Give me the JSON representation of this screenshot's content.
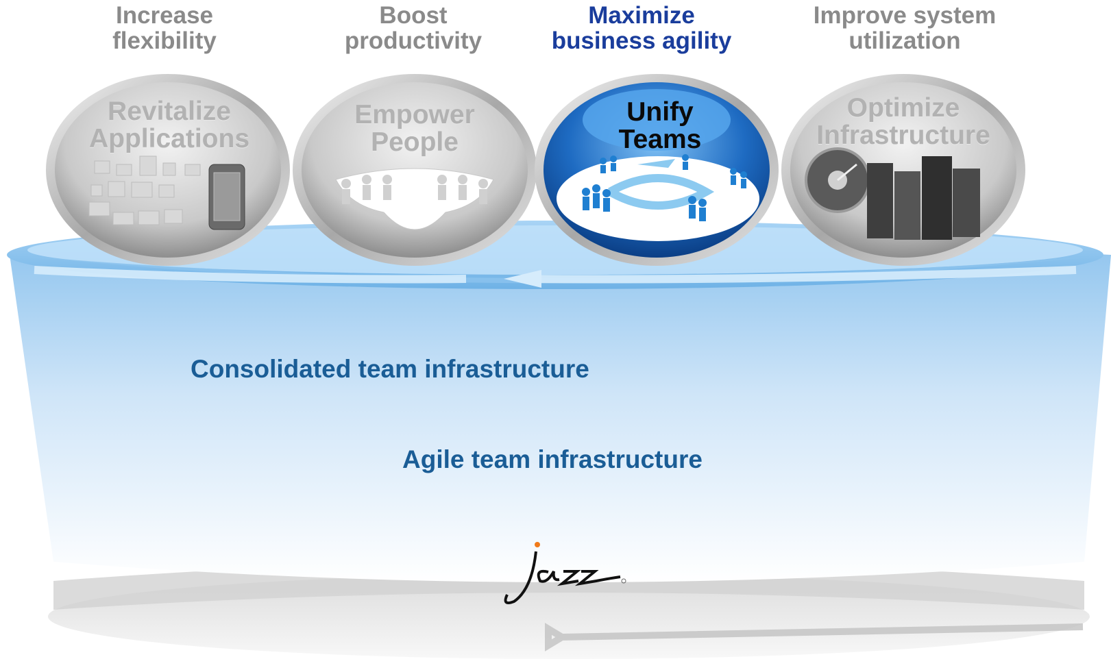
{
  "goals": [
    {
      "line1": "Increase",
      "line2": "flexibility"
    },
    {
      "line1": "Boost",
      "line2": "productivity"
    },
    {
      "line1": "Maximize",
      "line2": "business agility"
    },
    {
      "line1": "Improve system",
      "line2": "utilization"
    }
  ],
  "pillars": [
    {
      "line1": "Revitalize",
      "line2": "Applications"
    },
    {
      "line1": "Empower",
      "line2": "People"
    },
    {
      "line1": "Unify",
      "line2": "Teams"
    },
    {
      "line1": "Optimize",
      "line2": "Infrastructure"
    }
  ],
  "bowl": {
    "line1": "Consolidated team infrastructure",
    "line2": "Agile team infrastructure"
  },
  "logo_text": "Jazz",
  "colors": {
    "active_goal": "#1a3d9c",
    "inactive_text": "#8a8a8a",
    "bowl_text": "#1a5d96",
    "active_sphere": "#1e6bc2"
  },
  "icons": [
    "application-icons",
    "people-network-icon",
    "team-cycle-icon",
    "speedometer-server-icon"
  ]
}
